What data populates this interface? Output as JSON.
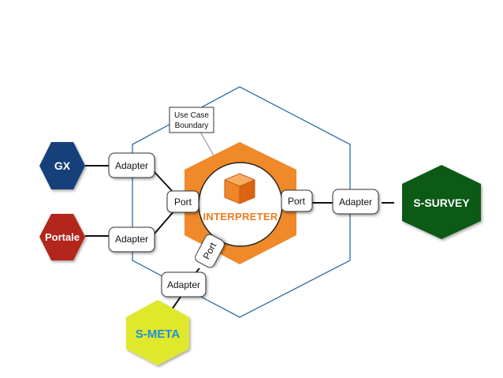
{
  "callout": {
    "line1": "Use Case",
    "line2": "Boundary"
  },
  "core": {
    "label": "INTERPRETER"
  },
  "ports": {
    "left": "Port",
    "right": "Port",
    "bottom": "Port"
  },
  "adapters": {
    "gx": "Adapter",
    "portale": "Adapter",
    "meta": "Adapter",
    "survey": "Adapter"
  },
  "actors": {
    "gx": "GX",
    "portale": "Portale",
    "meta": "S-META",
    "survey": "S-SURVEY"
  },
  "colors": {
    "boundary": "#2e6da4",
    "core_orange": "#f0892a",
    "gx": "#123f7a",
    "portale": "#b3281e",
    "meta": "#dfe82a",
    "meta_text": "#1f8fd6",
    "survey": "#0c5a12",
    "interpreter_text": "#f07a1e"
  }
}
